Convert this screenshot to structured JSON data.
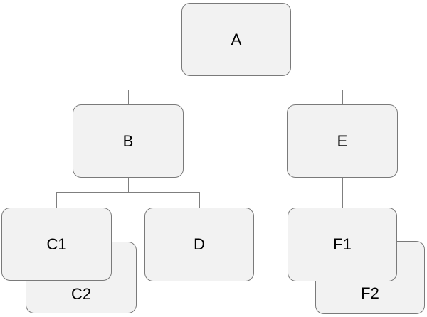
{
  "colors": {
    "background": "#ffffff",
    "node_fill": "#f2f2f2",
    "node_border": "#7a7a7a",
    "connector": "#7f7f7f",
    "text": "#000000"
  },
  "nodes": {
    "a": {
      "label": "A"
    },
    "b": {
      "label": "B"
    },
    "e": {
      "label": "E"
    },
    "c1": {
      "label": "C1"
    },
    "c2": {
      "label": "C2"
    },
    "d": {
      "label": "D"
    },
    "f1": {
      "label": "F1"
    },
    "f2": {
      "label": "F2"
    }
  },
  "edges": [
    {
      "from": "A",
      "to": "B"
    },
    {
      "from": "A",
      "to": "E"
    },
    {
      "from": "B",
      "to": "C1"
    },
    {
      "from": "B",
      "to": "D"
    },
    {
      "from": "E",
      "to": "F1"
    }
  ],
  "stacks": [
    {
      "front": "C1",
      "back": "C2"
    },
    {
      "front": "F1",
      "back": "F2"
    }
  ]
}
